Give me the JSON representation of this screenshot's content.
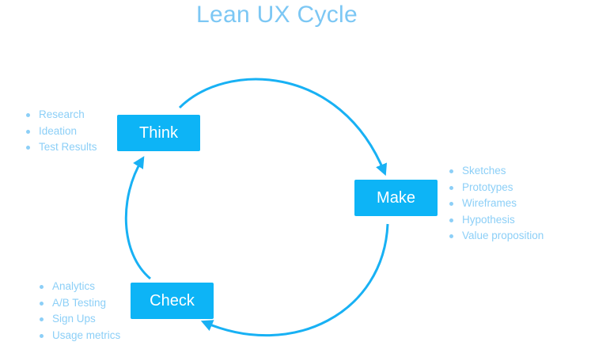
{
  "title": "Lean UX Cycle",
  "colors": {
    "accent": "#0db4f6",
    "arrow": "#18b1f4",
    "title": "#7cc7f4",
    "bullet_text": "#8ccff7",
    "box_text": "#ffffff"
  },
  "stages": {
    "think": {
      "label": "Think",
      "items": [
        "Research",
        "Ideation",
        "Test Results"
      ]
    },
    "make": {
      "label": "Make",
      "items": [
        "Sketches",
        "Prototypes",
        "Wireframes",
        "Hypothesis",
        "Value proposition"
      ]
    },
    "check": {
      "label": "Check",
      "items": [
        "Analytics",
        "A/B Testing",
        "Sign Ups",
        "Usage metrics"
      ]
    }
  }
}
